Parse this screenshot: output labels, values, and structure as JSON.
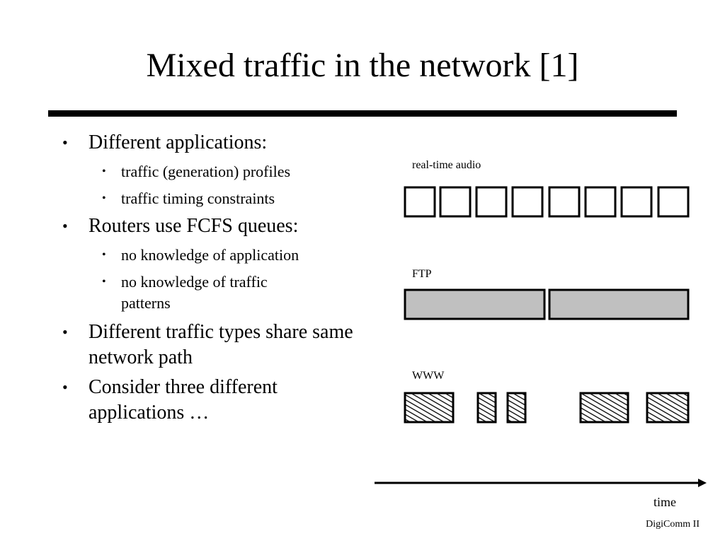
{
  "slide": {
    "title": "Mixed traffic in the network [1]",
    "footer": "DigiComm II"
  },
  "bullets": [
    {
      "text": "Different applications:",
      "level": 1
    },
    {
      "text": "traffic (generation) profiles",
      "level": 2
    },
    {
      "text": "traffic timing constraints",
      "level": 2
    },
    {
      "text": "Routers use FCFS queues:",
      "level": 1
    },
    {
      "text": "no knowledge of application",
      "level": 2
    },
    {
      "text": "no knowledge of traffic patterns",
      "level": 2
    },
    {
      "text": "Different traffic types share same network path",
      "level": 1
    },
    {
      "text": "Consider three different applications …",
      "level": 1
    }
  ],
  "diagram": {
    "rows": [
      {
        "label": "real-time audio",
        "pattern": "evenly spaced small packets",
        "packet_count": 8
      },
      {
        "label": "FTP",
        "pattern": "two large contiguous packets",
        "packet_count": 2
      },
      {
        "label": "WWW",
        "pattern": "bursty packets",
        "packet_count": 5
      }
    ],
    "axis_label": "time",
    "colors": {
      "ftp_fill": "#c0c0c0",
      "line": "#000000",
      "background": "#ffffff"
    }
  }
}
